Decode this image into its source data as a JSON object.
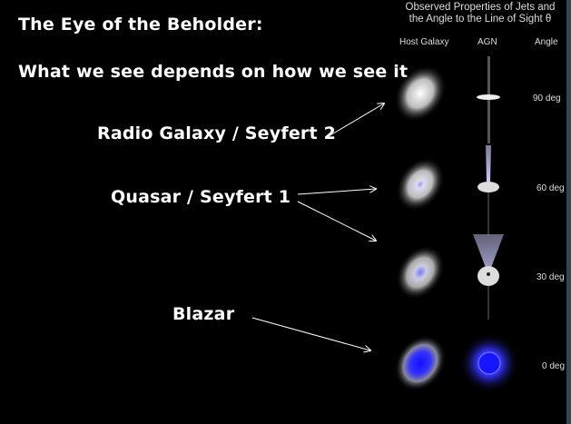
{
  "slide": {
    "title": "The Eye of the Beholder:",
    "subtitle": "What we see depends on how we see it",
    "labels": {
      "radio": "Radio Galaxy / Seyfert 2",
      "quasar": "Quasar / Seyfert 1",
      "blazar": "Blazar"
    }
  },
  "figure": {
    "title_line1": "Observed Properties of Jets and",
    "title_line2": "the Angle to the Line of Sight  θ",
    "columns": [
      "Host Galaxy",
      "AGN",
      "Angle"
    ],
    "angles": [
      "90 deg",
      "60 deg",
      "30 deg",
      "0 deg"
    ]
  }
}
